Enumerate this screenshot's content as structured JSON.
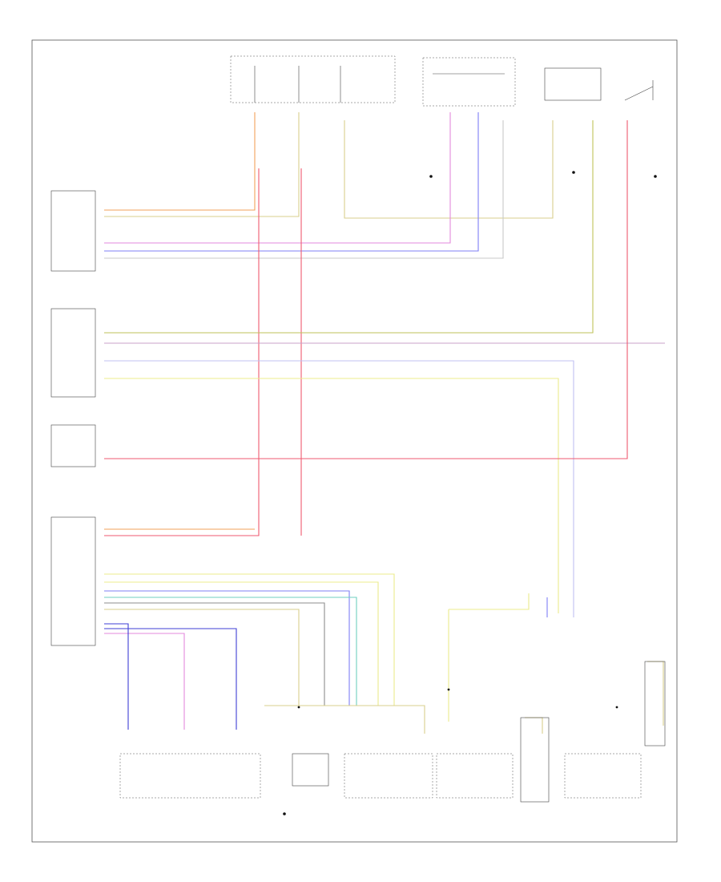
{
  "diagram": {
    "title_hint": "",
    "corner_label": "",
    "wire_colors": {
      "orange": "#f2a15a",
      "tan": "#d8cf8e",
      "red": "#ef5a70",
      "pink": "#e389dc",
      "blue": "#7f7ff5",
      "yellow": "#ecec8c",
      "teal": "#6fcfc0",
      "gray": "#8e8e8e",
      "darkblue": "#3f3fd6",
      "olive": "#bfc25a",
      "lavender": "#c0c0f2",
      "lightgray": "#c8c8c8",
      "mauve": "#c8a0c8"
    },
    "components": [
      {
        "id": "left-module-1"
      },
      {
        "id": "left-module-2"
      },
      {
        "id": "left-module-3"
      },
      {
        "id": "left-module-4"
      },
      {
        "id": "fuse-block"
      },
      {
        "id": "switch-top-right"
      },
      {
        "id": "relay-box-top"
      },
      {
        "id": "switch-far-right"
      },
      {
        "id": "bottom-switch-1"
      },
      {
        "id": "bottom-switch-2"
      },
      {
        "id": "bottom-switch-3"
      },
      {
        "id": "bottom-switch-4"
      },
      {
        "id": "bottom-switch-5"
      },
      {
        "id": "bottom-switch-6"
      },
      {
        "id": "bottom-switch-7"
      }
    ]
  }
}
